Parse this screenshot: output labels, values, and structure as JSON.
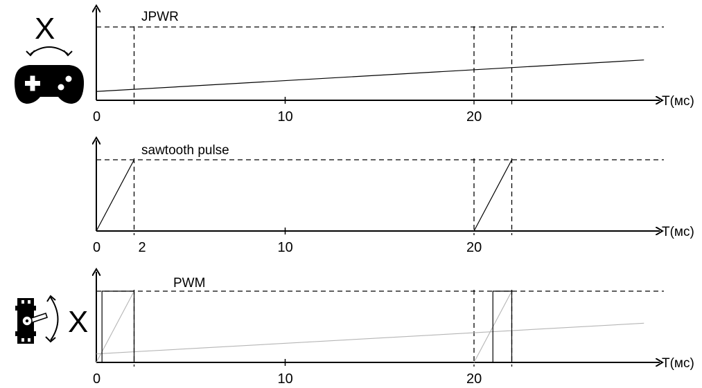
{
  "axis_unit": "T(мс)",
  "panels": [
    {
      "title": "JPWR",
      "ticks": [
        "0",
        "10",
        "20"
      ],
      "signal": {
        "kind": "ramp",
        "points": [
          [
            0,
            0.12
          ],
          [
            29,
            0.55
          ]
        ]
      }
    },
    {
      "title": "sawtooth pulse",
      "ticks": [
        "0",
        "2",
        "10",
        "20"
      ],
      "signal": {
        "kind": "sawtooth",
        "period_ms": 20,
        "rise_ms": 2
      }
    },
    {
      "title": "PWM",
      "ticks": [
        "0",
        "10",
        "20"
      ],
      "signal": {
        "kind": "pulses",
        "pulses": [
          [
            0.3,
            2
          ],
          [
            21,
            22
          ]
        ]
      }
    }
  ],
  "markers_ms": [
    2,
    20,
    22
  ],
  "icons": {
    "top": [
      "gamepad-icon",
      "curved-double-arrow-icon"
    ],
    "bottom": [
      "servo-icon",
      "rotation-arrow-icon"
    ],
    "x_label": "X"
  },
  "colors": {
    "foreground": "#000000",
    "ghost_trace": "#b5b5b5"
  }
}
